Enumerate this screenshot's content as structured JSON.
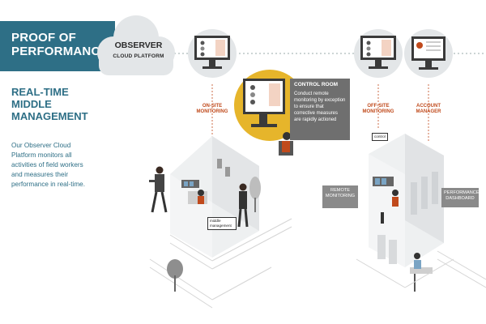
{
  "header": {
    "title": "PROOF OF PERFORMANCE",
    "cloud_title": "OBSERVER",
    "cloud_subtitle": "CLOUD PLATFORM"
  },
  "intro": {
    "subtitle": "REAL-TIME MIDDLE MANAGEMENT",
    "description": "Our Observer Cloud Platform monitors all activities of field workers and measures their performance in real-time."
  },
  "labels": {
    "on_site": "ON-SITE MONITORING",
    "off_site": "OFF-SITE MONITORING",
    "account_manager": "ACCOUNT MANAGER",
    "control_room_title": "CONTROL ROOM",
    "control_room_text": "Conduct remote monitoring by exception to ensure that corrective measures are rapidly actioned",
    "remote_monitoring": "REMOTE MONITORING",
    "performance_dashboard": "PERFORMANCE DASHBOARD",
    "middle_management": "middle management",
    "control": "control"
  },
  "colors": {
    "banner": "#2e6f86",
    "accent_orange": "#c04a1c",
    "control_room_circle": "#e6b52b",
    "gray_box": "#6f6f6f",
    "cloud": "#e3e6e8"
  }
}
